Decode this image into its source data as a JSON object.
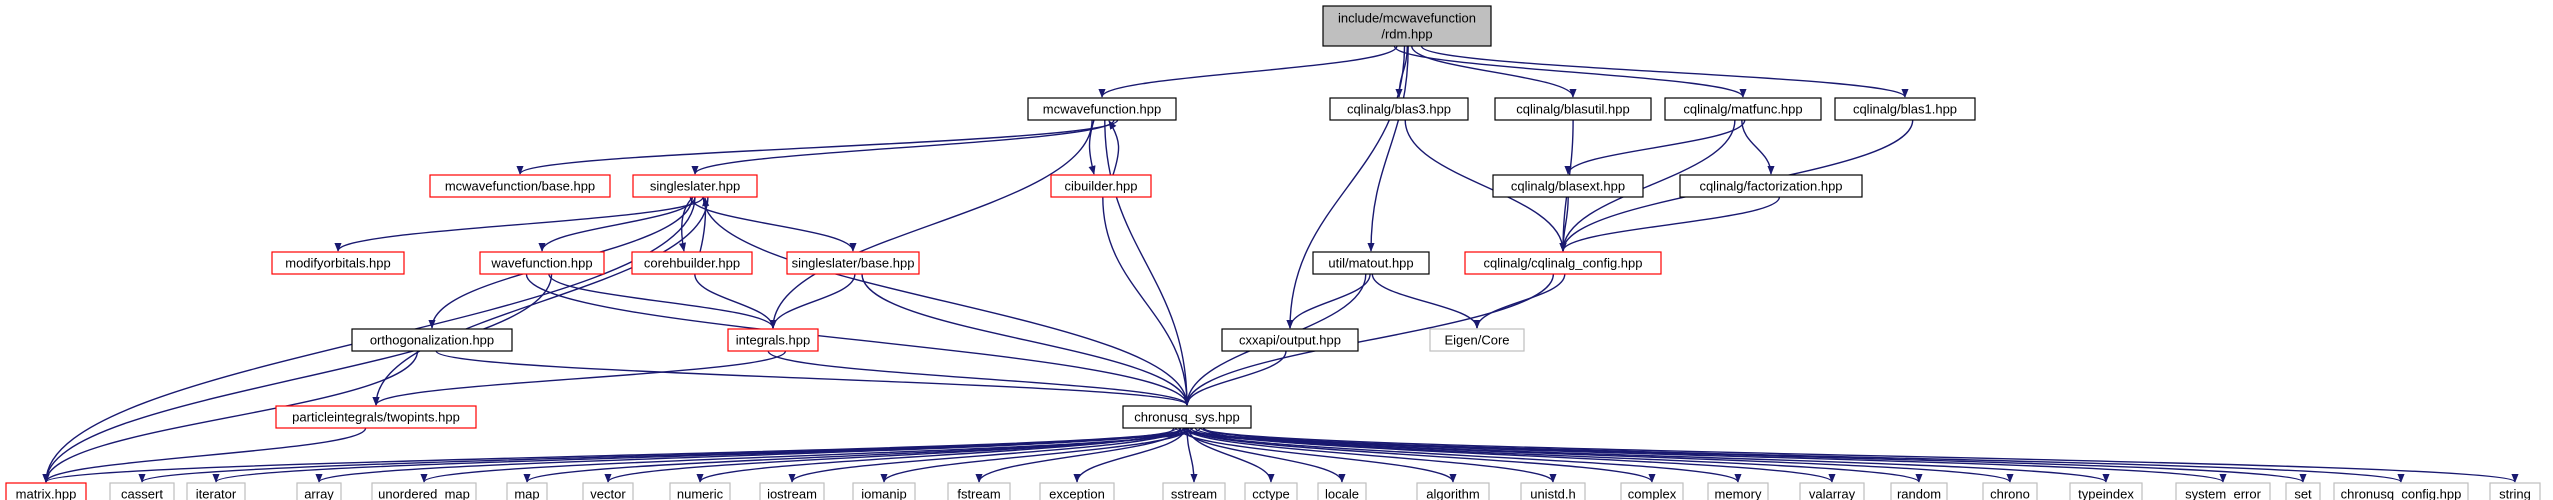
{
  "colors": {
    "edge": "#191970",
    "root_fill": "#bfbfbf",
    "node_border": "#000000",
    "incomplete_border": "#ff0000",
    "external_border": "#bfbfbf",
    "fill": "#ffffff"
  },
  "nodes": [
    {
      "id": "rdm",
      "label": "include/mcwavefunction\n/rdm.hpp",
      "style": "root"
    },
    {
      "id": "mcwf",
      "label": "mcwavefunction.hpp",
      "style": "normal"
    },
    {
      "id": "blas3",
      "label": "cqlinalg/blas3.hpp",
      "style": "normal"
    },
    {
      "id": "blasutil",
      "label": "cqlinalg/blasutil.hpp",
      "style": "normal"
    },
    {
      "id": "matfunc",
      "label": "cqlinalg/matfunc.hpp",
      "style": "normal"
    },
    {
      "id": "blas1",
      "label": "cqlinalg/blas1.hpp",
      "style": "normal"
    },
    {
      "id": "mcbase",
      "label": "mcwavefunction/base.hpp",
      "style": "incomplete"
    },
    {
      "id": "singleslater",
      "label": "singleslater.hpp",
      "style": "incomplete"
    },
    {
      "id": "cibuilder",
      "label": "cibuilder.hpp",
      "style": "incomplete"
    },
    {
      "id": "blasext",
      "label": "cqlinalg/blasext.hpp",
      "style": "normal"
    },
    {
      "id": "factorization",
      "label": "cqlinalg/factorization.hpp",
      "style": "normal"
    },
    {
      "id": "modifyorbitals",
      "label": "modifyorbitals.hpp",
      "style": "incomplete"
    },
    {
      "id": "wavefunction",
      "label": "wavefunction.hpp",
      "style": "incomplete"
    },
    {
      "id": "corehbuilder",
      "label": "corehbuilder.hpp",
      "style": "incomplete"
    },
    {
      "id": "ssbase",
      "label": "singleslater/base.hpp",
      "style": "incomplete"
    },
    {
      "id": "matout",
      "label": "util/matout.hpp",
      "style": "normal"
    },
    {
      "id": "cqconfig",
      "label": "cqlinalg/cqlinalg_config.hpp",
      "style": "incomplete"
    },
    {
      "id": "ortho",
      "label": "orthogonalization.hpp",
      "style": "normal"
    },
    {
      "id": "integrals",
      "label": "integrals.hpp",
      "style": "incomplete"
    },
    {
      "id": "output",
      "label": "cxxapi/output.hpp",
      "style": "normal"
    },
    {
      "id": "eigen",
      "label": "Eigen/Core",
      "style": "external"
    },
    {
      "id": "twopints",
      "label": "particleintegrals/twopints.hpp",
      "style": "incomplete"
    },
    {
      "id": "sys",
      "label": "chronusq_sys.hpp",
      "style": "normal"
    },
    {
      "id": "matrix",
      "label": "matrix.hpp",
      "style": "incomplete"
    },
    {
      "id": "cassert",
      "label": "cassert",
      "style": "external"
    },
    {
      "id": "iterator",
      "label": "iterator",
      "style": "external"
    },
    {
      "id": "array",
      "label": "array",
      "style": "external"
    },
    {
      "id": "unordered_map",
      "label": "unordered_map",
      "style": "external"
    },
    {
      "id": "map",
      "label": "map",
      "style": "external"
    },
    {
      "id": "vector",
      "label": "vector",
      "style": "external"
    },
    {
      "id": "numeric",
      "label": "numeric",
      "style": "external"
    },
    {
      "id": "iostream",
      "label": "iostream",
      "style": "external"
    },
    {
      "id": "iomanip",
      "label": "iomanip",
      "style": "external"
    },
    {
      "id": "fstream",
      "label": "fstream",
      "style": "external"
    },
    {
      "id": "exception",
      "label": "exception",
      "style": "external"
    },
    {
      "id": "sstream",
      "label": "sstream",
      "style": "external"
    },
    {
      "id": "cctype",
      "label": "cctype",
      "style": "external"
    },
    {
      "id": "locale",
      "label": "locale",
      "style": "external"
    },
    {
      "id": "algorithm",
      "label": "algorithm",
      "style": "external"
    },
    {
      "id": "unistd",
      "label": "unistd.h",
      "style": "external"
    },
    {
      "id": "complex",
      "label": "complex",
      "style": "external"
    },
    {
      "id": "memory",
      "label": "memory",
      "style": "external"
    },
    {
      "id": "valarray",
      "label": "valarray",
      "style": "external"
    },
    {
      "id": "random",
      "label": "random",
      "style": "external"
    },
    {
      "id": "chrono",
      "label": "chrono",
      "style": "external"
    },
    {
      "id": "typeindex",
      "label": "typeindex",
      "style": "external"
    },
    {
      "id": "system_error",
      "label": "system_error",
      "style": "external"
    },
    {
      "id": "set",
      "label": "set",
      "style": "external"
    },
    {
      "id": "chronusq_config",
      "label": "chronusq_config.hpp",
      "style": "external"
    },
    {
      "id": "string",
      "label": "string",
      "style": "external"
    }
  ],
  "edges": [
    [
      "rdm",
      "mcwf"
    ],
    [
      "rdm",
      "output"
    ],
    [
      "rdm",
      "blas3"
    ],
    [
      "rdm",
      "blasutil"
    ],
    [
      "rdm",
      "matfunc"
    ],
    [
      "rdm",
      "blas1"
    ],
    [
      "rdm",
      "matout"
    ],
    [
      "mcwf",
      "mcbase"
    ],
    [
      "mcwf",
      "singleslater"
    ],
    [
      "mcwf",
      "cibuilder"
    ],
    [
      "mcwf",
      "integrals"
    ],
    [
      "mcwf",
      "sys"
    ],
    [
      "cibuilder",
      "mcwf"
    ],
    [
      "cibuilder",
      "sys"
    ],
    [
      "singleslater",
      "matrix"
    ],
    [
      "singleslater",
      "modifyorbitals"
    ],
    [
      "singleslater",
      "wavefunction"
    ],
    [
      "singleslater",
      "corehbuilder"
    ],
    [
      "singleslater",
      "ssbase"
    ],
    [
      "singleslater",
      "ortho"
    ],
    [
      "singleslater",
      "twopints"
    ],
    [
      "singleslater",
      "sys"
    ],
    [
      "corehbuilder",
      "singleslater"
    ],
    [
      "corehbuilder",
      "integrals"
    ],
    [
      "wavefunction",
      "integrals"
    ],
    [
      "wavefunction",
      "sys"
    ],
    [
      "wavefunction",
      "matrix"
    ],
    [
      "ssbase",
      "integrals"
    ],
    [
      "ssbase",
      "sys"
    ],
    [
      "ortho",
      "sys"
    ],
    [
      "ortho",
      "matrix"
    ],
    [
      "integrals",
      "twopints"
    ],
    [
      "integrals",
      "sys"
    ],
    [
      "twopints",
      "matrix"
    ],
    [
      "blas3",
      "cqconfig"
    ],
    [
      "blasutil",
      "cqconfig"
    ],
    [
      "blas1",
      "cqconfig"
    ],
    [
      "matfunc",
      "blasext"
    ],
    [
      "matfunc",
      "factorization"
    ],
    [
      "matfunc",
      "cqconfig"
    ],
    [
      "blasext",
      "cqconfig"
    ],
    [
      "factorization",
      "cqconfig"
    ],
    [
      "cqconfig",
      "eigen"
    ],
    [
      "cqconfig",
      "sys"
    ],
    [
      "matout",
      "output"
    ],
    [
      "matout",
      "eigen"
    ],
    [
      "matout",
      "sys"
    ],
    [
      "output",
      "sys"
    ],
    [
      "sys",
      "matrix"
    ],
    [
      "sys",
      "cassert"
    ],
    [
      "sys",
      "iterator"
    ],
    [
      "sys",
      "array"
    ],
    [
      "sys",
      "unordered_map"
    ],
    [
      "sys",
      "map"
    ],
    [
      "sys",
      "vector"
    ],
    [
      "sys",
      "numeric"
    ],
    [
      "sys",
      "iostream"
    ],
    [
      "sys",
      "iomanip"
    ],
    [
      "sys",
      "fstream"
    ],
    [
      "sys",
      "exception"
    ],
    [
      "sys",
      "sstream"
    ],
    [
      "sys",
      "cctype"
    ],
    [
      "sys",
      "locale"
    ],
    [
      "sys",
      "algorithm"
    ],
    [
      "sys",
      "unistd"
    ],
    [
      "sys",
      "complex"
    ],
    [
      "sys",
      "memory"
    ],
    [
      "sys",
      "valarray"
    ],
    [
      "sys",
      "random"
    ],
    [
      "sys",
      "chrono"
    ],
    [
      "sys",
      "typeindex"
    ],
    [
      "sys",
      "system_error"
    ],
    [
      "sys",
      "set"
    ],
    [
      "sys",
      "chronusq_config"
    ],
    [
      "sys",
      "string"
    ]
  ]
}
